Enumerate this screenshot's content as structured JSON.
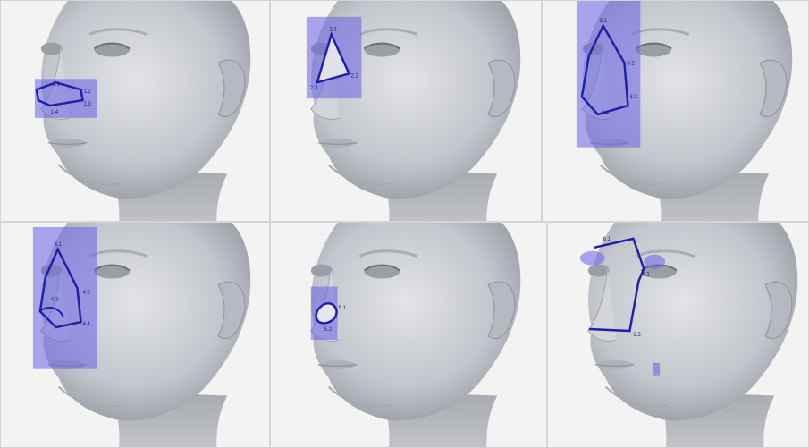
{
  "panels": [
    {
      "region": "nasal-dorsum-lower",
      "markers": [
        "1.1",
        "1.2",
        "1.3",
        "1.4"
      ]
    },
    {
      "region": "nasal-dorsum-triangle",
      "markers": [
        "2.1",
        "2.2",
        "2.3"
      ]
    },
    {
      "region": "nasal-sidewall",
      "markers": [
        "3.1",
        "3.2",
        "3.3",
        "3.4"
      ]
    },
    {
      "region": "nasal-tip-ala",
      "markers": [
        "4.1",
        "4.2",
        "4.3",
        "4.4"
      ]
    },
    {
      "region": "ala-nostril",
      "markers": [
        "5.1",
        "5.2"
      ]
    },
    {
      "region": "cheek-periorbital",
      "markers": [
        "6.1",
        "6.2",
        "6.3"
      ]
    }
  ],
  "colors": {
    "outline": "#1e22a8",
    "shade": "#6a62e6",
    "skin": "#c9ccd1",
    "background": "#f3f3f3"
  }
}
